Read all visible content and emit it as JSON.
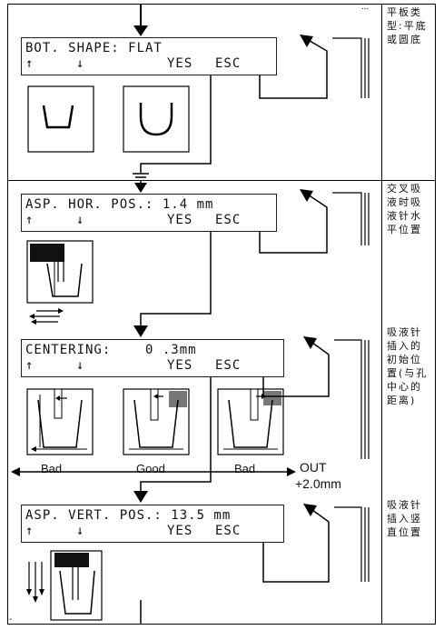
{
  "top_marker": "...",
  "screens": [
    {
      "line1": "BOT. SHAPE: FLAT",
      "up": "↑",
      "down": "↓",
      "yes": "YES",
      "esc": "ESC"
    },
    {
      "line1": "ASP. HOR. POS.: 1.4 mm",
      "up": "↑",
      "down": "↓",
      "yes": "YES",
      "esc": "ESC"
    },
    {
      "line1": "CENTERING:    0 .3mm",
      "up": "↑",
      "down": "↓",
      "yes": "YES",
      "esc": "ESC"
    },
    {
      "line1": "ASP. VERT. POS.: 13.5 mm",
      "up": "↑",
      "down": "↓",
      "yes": "YES",
      "esc": "ESC"
    }
  ],
  "notes": [
    "平板类型:平底或圆底",
    "交叉吸液时吸液针水平位置",
    "吸液针插入的初始位置(与孔中心的距离)",
    "吸液针插入竖直位置"
  ],
  "centering_labels": {
    "bad_left": "Bad",
    "good": "Good",
    "bad_right": "Bad"
  },
  "out_label": "OUT",
  "out_value": "+2.0mm",
  "footnote_marker": "-"
}
